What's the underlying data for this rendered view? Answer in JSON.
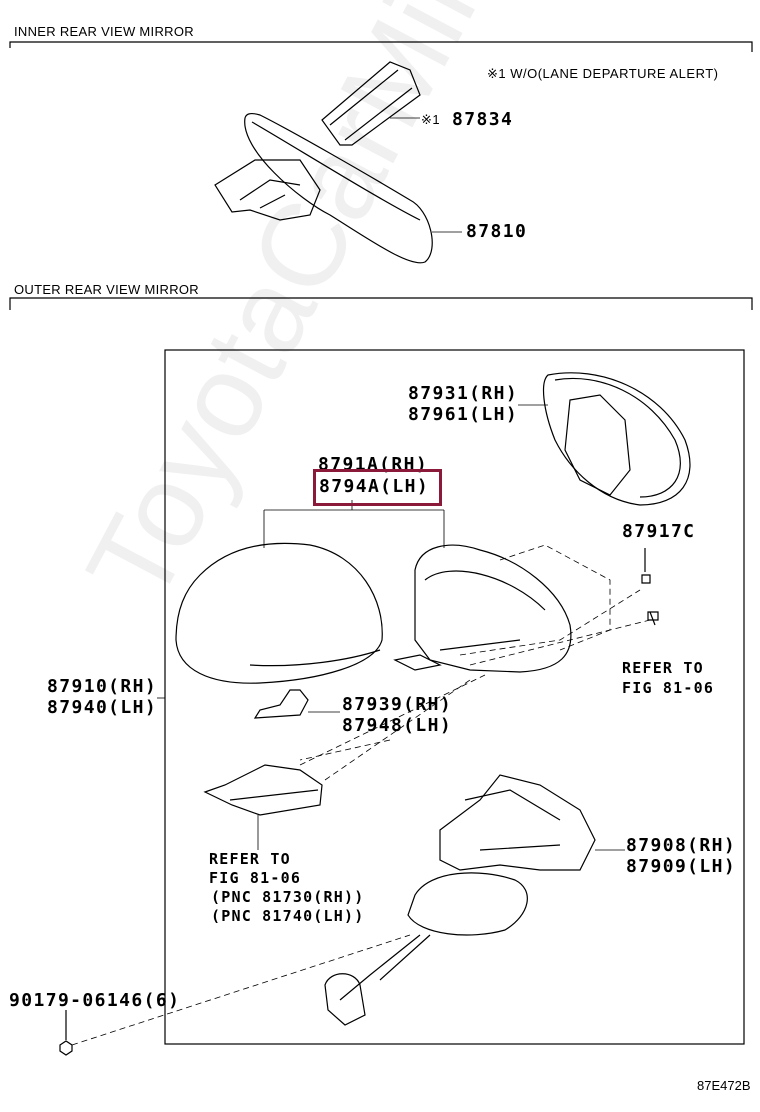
{
  "sections": {
    "inner": "INNER REAR VIEW MIRROR",
    "outer": "OUTER REAR VIEW MIRROR"
  },
  "notes": {
    "footnote": "※1 W/O(LANE DEPARTURE ALERT)",
    "marker": "※1"
  },
  "parts": {
    "p87834": "87834",
    "p87810": "87810",
    "p87931": "87931(RH)",
    "p87961": "87961(LH)",
    "p8791A": "8791A(RH)",
    "p8794A": "8794A(LH)",
    "p87917C": "87917C",
    "p87910": "87910(RH)",
    "p87940": "87940(LH)",
    "p87939": "87939(RH)",
    "p87948": "87948(LH)",
    "p87908": "87908(RH)",
    "p87909": "87909(LH)",
    "p90179": "90179-06146(6)"
  },
  "refs": {
    "right": [
      "REFER TO",
      "FIG 81-06"
    ],
    "left": [
      "REFER TO",
      "FIG 81-06",
      "(PNC 81730(RH))",
      "(PNC 81740(LH))"
    ]
  },
  "highlight_color": "#8b1a3a",
  "watermark": "ToyotaCarMine.ru",
  "figure_code": "87E472B"
}
